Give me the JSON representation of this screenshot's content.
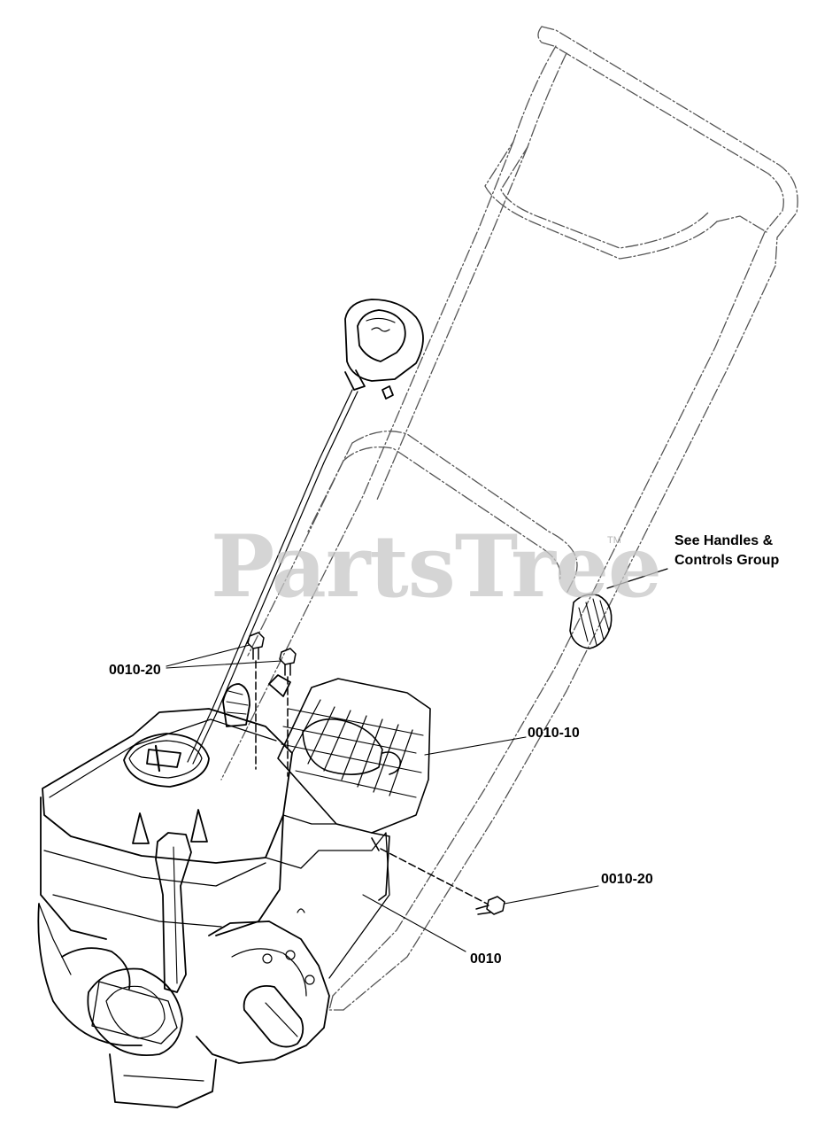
{
  "watermark": {
    "text": "PartsTree",
    "trademark": "TM"
  },
  "callouts": {
    "handles_group": {
      "line1": "See Handles &",
      "line2": "Controls Group"
    },
    "part_0010_20_top": "0010-20",
    "part_0010_10": "0010-10",
    "part_0010_20_bottom": "0010-20",
    "part_0010": "0010"
  },
  "parts": {
    "engine": "engine-assembly",
    "muffler_guard": "muffler-guard",
    "handle": "handle-assembly",
    "bolts": "hex-bolts",
    "knob": "handle-knob"
  }
}
